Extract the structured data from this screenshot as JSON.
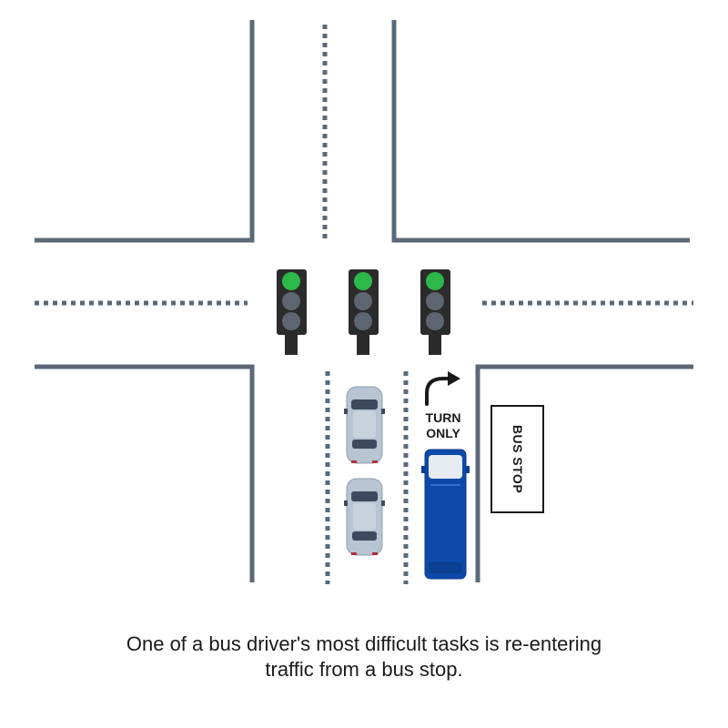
{
  "signs": {
    "turn_only_line1": "TURN",
    "turn_only_line2": "ONLY",
    "bus_stop": "BUS STOP"
  },
  "traffic_lights": [
    {
      "lit": "green"
    },
    {
      "lit": "green"
    },
    {
      "lit": "green"
    }
  ],
  "vehicles": [
    {
      "type": "car",
      "color": "#b8c4d2"
    },
    {
      "type": "car",
      "color": "#b8c4d2"
    },
    {
      "type": "bus",
      "color": "#0b4aa8"
    }
  ],
  "colors": {
    "road_line": "#5a6878",
    "signal_body": "#2b2b2b",
    "signal_green": "#2db84a",
    "signal_off": "#5d6670",
    "car_body": "#b8c4d2",
    "bus_body": "#0b4aa8"
  },
  "caption": {
    "line1": "One of a bus driver's most difficult tasks is re-entering",
    "line2": "traffic from a bus stop."
  }
}
